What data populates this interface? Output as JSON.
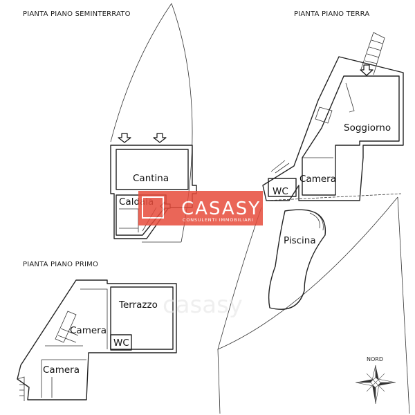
{
  "sections": {
    "basement": "PIANTA PIANO SEMINTERRATO",
    "ground": "PIANTA PIANO TERRA",
    "first": "PIANTA PIANO PRIMO"
  },
  "rooms": {
    "cantina": "Cantina",
    "caldaia": "Caldaia",
    "soggiorno": "Soggiorno",
    "camera_ground": "Camera",
    "wc_ground": "WC",
    "piscina": "Piscina",
    "terrazzo": "Terrazzo",
    "camera_first_top": "Camera",
    "wc_first": "WC",
    "camera_first_bottom": "Camera"
  },
  "watermark": {
    "brand": "CASASY",
    "tagline": "CONSULENTI IMMOBILIARI",
    "brand_grey": "casasy"
  },
  "compass": {
    "label": "NORD"
  },
  "colors": {
    "watermark_red": "#e74c3c",
    "lines": "#222222"
  }
}
